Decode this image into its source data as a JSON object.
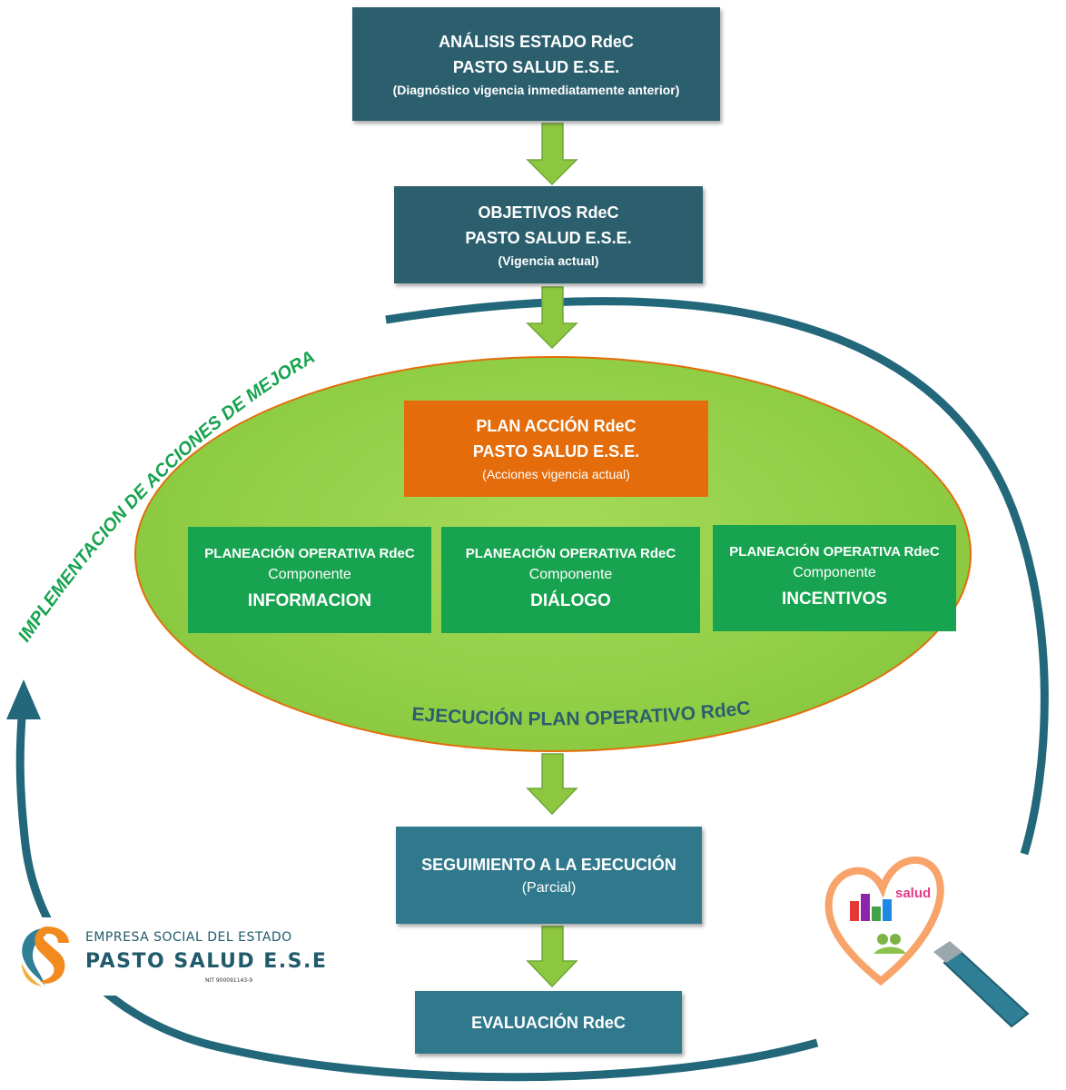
{
  "colors": {
    "dark_box": "#2c5f6e",
    "teal_box": "#30798c",
    "orange_box": "#e46c0a",
    "green_box": "#17a34f",
    "ellipse_fill": "#8fcd44",
    "cycle_arrow": "#22677a",
    "flow_arrow": "#8dc63f",
    "arc_text": "#17a34f",
    "ellipse_text": "#2c5f6e"
  },
  "analisis": {
    "line1": "ANÁLISIS  ESTADO RdeC",
    "line2": "PASTO SALUD E.S.E.",
    "line3": "(Diagnóstico vigencia inmediatamente anterior)"
  },
  "objetivos": {
    "line1": "OBJETIVOS RdeC",
    "line2": "PASTO SALUD E.S.E.",
    "line3": "(Vigencia actual)"
  },
  "plan_accion": {
    "line1": "PLAN ACCIÓN RdeC",
    "line2": "PASTO SALUD E.S.E.",
    "line3": "(Acciones vigencia actual)"
  },
  "componentes": [
    {
      "title": "PLANEACIÓN OPERATIVA RdeC",
      "sub": "Componente",
      "name": "INFORMACION"
    },
    {
      "title": "PLANEACIÓN OPERATIVA RdeC",
      "sub": "Componente",
      "name": "DIÁLOGO"
    },
    {
      "title": "PLANEACIÓN OPERATIVA RdeC",
      "sub": "Componente",
      "name": "INCENTIVOS"
    }
  ],
  "ejecucion_label": "EJECUCIÓN PLAN OPERATIVO RdeC",
  "arc_label": "IMPLEMENTACION DE ACCIONES DE MEJORA",
  "seguimiento": {
    "line1": "SEGUIMIENTO A LA EJECUCIÓN",
    "line2": "(Parcial)"
  },
  "evaluacion": {
    "line1": "EVALUACIÓN RdeC"
  },
  "logo": {
    "line1": "EMPRESA SOCIAL DEL ESTADO",
    "line2": "PASTO SALUD E.S.E",
    "line3": "NIT 900091143-9"
  },
  "magnifier": {
    "icon": "magnifier-heart-icon",
    "word": "salud"
  }
}
